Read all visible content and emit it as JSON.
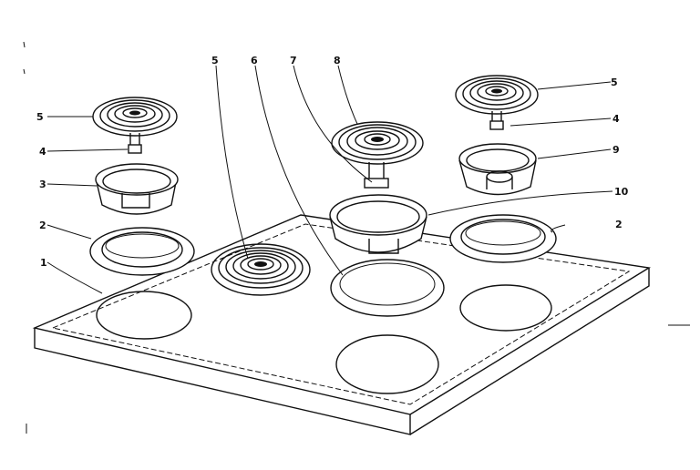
{
  "diagram": {
    "callouts": {
      "c1": "1",
      "c2_left": "2",
      "c2_right": "2",
      "c3": "3",
      "c4_left": "4",
      "c4_right": "4",
      "c5_left": "5",
      "c5_center": "5",
      "c5_right": "5",
      "c6": "6",
      "c7": "7",
      "c8": "8",
      "c9": "9",
      "c10": "10"
    },
    "ink_color": "#111111",
    "background": "#ffffff"
  }
}
